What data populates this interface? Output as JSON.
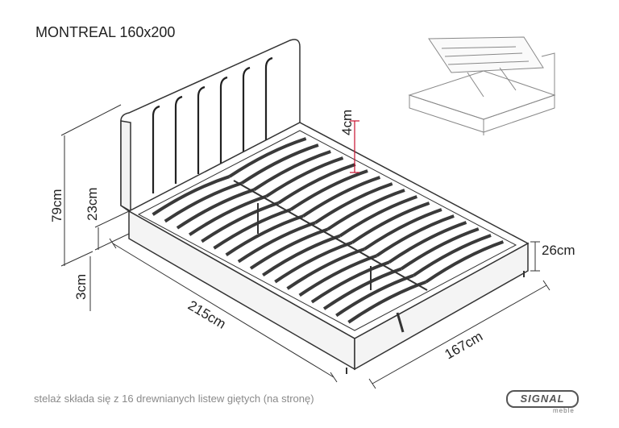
{
  "title": "MONTREAL 160x200",
  "dimensions": {
    "total_height": "79cm",
    "frame_clearance": "23cm",
    "leg_height": "3cm",
    "length": "215cm",
    "width": "167cm",
    "frame_height": "26cm",
    "slat_depth": "4cm"
  },
  "caption": "stelaż składa się z 16 drewnianych listew giętych (na stronę)",
  "brand": {
    "name": "SIGNAL",
    "sub": "meble"
  },
  "colors": {
    "line": "#333333",
    "slat": "#3a3a3a",
    "accent": "#c8102e",
    "caption": "#8a8a8a"
  }
}
